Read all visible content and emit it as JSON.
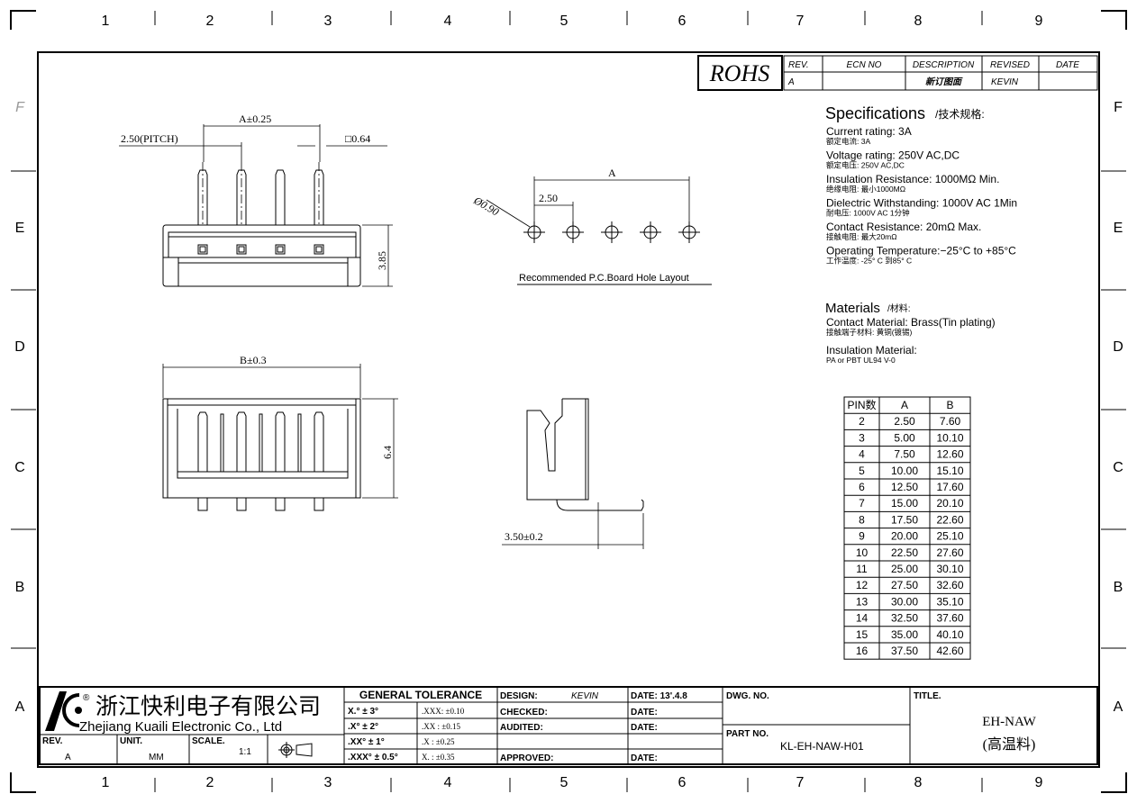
{
  "zones": {
    "columns": [
      "1",
      "2",
      "3",
      "4",
      "5",
      "6",
      "7",
      "8",
      "9"
    ],
    "rows": [
      "F",
      "E",
      "D",
      "C",
      "B",
      "A"
    ]
  },
  "rohs": "ROHS",
  "revision_block": {
    "headers": [
      "REV.",
      "ECN NO",
      "DESCRIPTION",
      "REVISED",
      "DATE"
    ],
    "row": [
      "A",
      "",
      "新订图面",
      "KEVIN",
      ""
    ]
  },
  "views": {
    "pitch": "2.50(PITCH)",
    "a_tol": "A±0.25",
    "pin_sq": "□0.64",
    "height_385": "3.85",
    "hole_dia": "Ø0.90",
    "hole_pitch": "2.50",
    "hole_a": "A",
    "hole_caption": "Recommended P.C.Board Hole Layout",
    "b_tol": "B±0.3",
    "height_64": "6.4",
    "side_dim": "3.50±0.2"
  },
  "specs": {
    "title": "Specifications",
    "title_cn": "/技术规格:",
    "items": [
      {
        "en": "Current rating: 3A",
        "cn": "额定电流: 3A"
      },
      {
        "en": "Voltage rating: 250V AC,DC",
        "cn": "额定电压: 250V AC,DC"
      },
      {
        "en": "Insulation Resistance: 1000MΩ Min.",
        "cn": "绝缘电阻: 最小1000MΩ"
      },
      {
        "en": "Dielectric Withstanding:  1000V AC   1Min",
        "cn": "耐电压: 1000V AC  1分钟"
      },
      {
        "en": "Contact Resistance:  20mΩ Max.",
        "cn": "接触电阻: 最大20mΩ"
      },
      {
        "en": "Operating Temperature:−25°C to +85°C",
        "cn": "工作温度: -25° C 到85° C"
      }
    ],
    "materials_title": "Materials",
    "materials_title_cn": "/材料:",
    "materials": [
      {
        "en": "Contact Material: Brass(Tin plating)",
        "cn": "接触端子材料: 黄铜(镀锡)"
      },
      {
        "en": "Insulation Material:",
        "cn": "PA or PBT UL94 V-0"
      }
    ]
  },
  "pin_table": {
    "headers": [
      "PIN数",
      "A",
      "B"
    ],
    "rows": [
      [
        "2",
        "2.50",
        "7.60"
      ],
      [
        "3",
        "5.00",
        "10.10"
      ],
      [
        "4",
        "7.50",
        "12.60"
      ],
      [
        "5",
        "10.00",
        "15.10"
      ],
      [
        "6",
        "12.50",
        "17.60"
      ],
      [
        "7",
        "15.00",
        "20.10"
      ],
      [
        "8",
        "17.50",
        "22.60"
      ],
      [
        "9",
        "20.00",
        "25.10"
      ],
      [
        "10",
        "22.50",
        "27.60"
      ],
      [
        "11",
        "25.00",
        "30.10"
      ],
      [
        "12",
        "27.50",
        "32.60"
      ],
      [
        "13",
        "30.00",
        "35.10"
      ],
      [
        "14",
        "32.50",
        "37.60"
      ],
      [
        "15",
        "35.00",
        "40.10"
      ],
      [
        "16",
        "37.50",
        "42.60"
      ]
    ]
  },
  "title_block": {
    "company_cn": "浙江快利电子有限公司",
    "company_en": "Zhejiang Kuaili Electronic Co., Ltd",
    "registered": "®",
    "rev_label": "REV.",
    "rev": "A",
    "unit_label": "UNIT.",
    "unit": "MM",
    "scale_label": "SCALE.",
    "scale": "1:1",
    "tolerance_title": "GENERAL TOLERANCE",
    "tol_angle": [
      "X.° ± 3°",
      ".X° ± 2°",
      ".XX° ± 1°",
      ".XXX° ± 0.5°"
    ],
    "tol_linear": [
      ".XXX:  ±0.10",
      ".XX :  ±0.15",
      ".X  :  ±0.25",
      "X.  :  ±0.35"
    ],
    "design_label": "DESIGN:",
    "design": "KEVIN",
    "checked_label": "CHECKED:",
    "audited_label": "AUDITED:",
    "approved_label": "APPROVED:",
    "date1": "DATE: 13'.4.8",
    "date_label": "DATE:",
    "dwg_label": "DWG. NO.",
    "part_label": "PART NO.",
    "part": "KL-EH-NAW-H01",
    "title_label": "TITLE.",
    "title": "EH-NAW",
    "title_cn": "(高温料)"
  }
}
